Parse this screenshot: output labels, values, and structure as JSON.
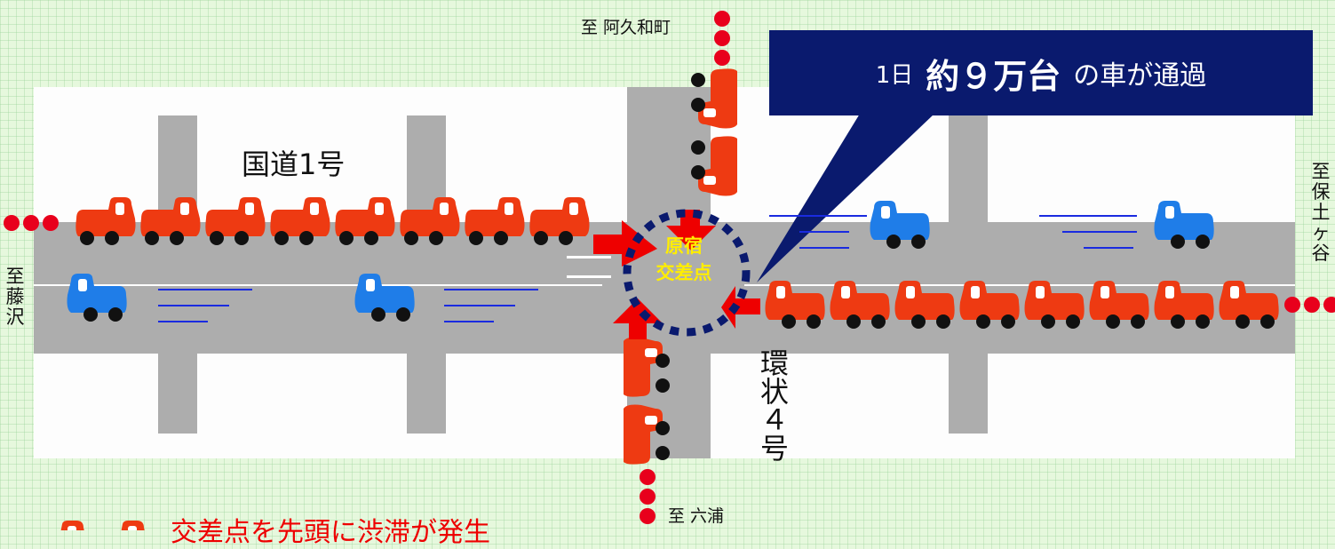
{
  "callout": {
    "prefix": "1日",
    "emphasis": "約９万台",
    "suffix": "の車が通過"
  },
  "intersection": {
    "line1": "原宿",
    "line2": "交差点"
  },
  "roads": {
    "route1": "国道1号",
    "ring4": "環状４号"
  },
  "directions": {
    "north": "至 阿久和町",
    "south": "至 六浦",
    "west": [
      "至",
      "藤",
      "沢"
    ],
    "east": [
      "至",
      "保",
      "土",
      "ヶ",
      "谷"
    ]
  },
  "caption": "交差点を先頭に渋滞が発生",
  "colors": {
    "jam_car": "#ee3a12",
    "free_car": "#1f7de8",
    "callout_bg": "#0a1a6e",
    "road": "#adadad"
  }
}
